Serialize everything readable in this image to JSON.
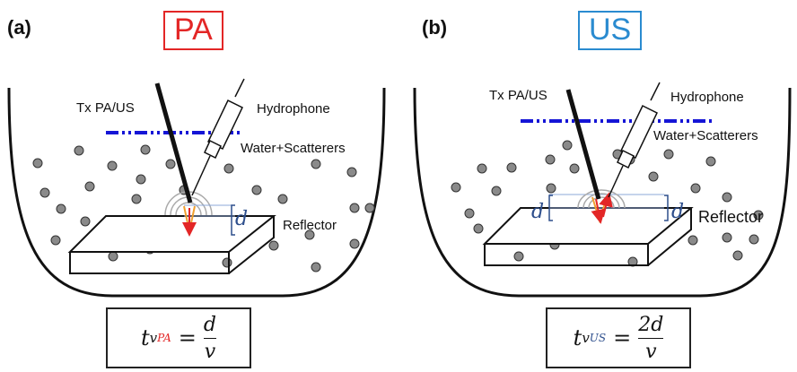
{
  "panel_a": {
    "label": "(a)",
    "mode": "PA",
    "tx_label": "Tx PA/US",
    "hydrophone_label": "Hydrophone",
    "medium_label": "Water+Scatterers",
    "reflector_label": "Reflector",
    "d_label": "d",
    "formula": {
      "t": "t",
      "v_sub": "v",
      "mode_sub": "PA",
      "equals": "=",
      "numerator": "d",
      "denominator": "v"
    }
  },
  "panel_b": {
    "label": "(b)",
    "mode": "US",
    "tx_label": "Tx PA/US",
    "hydrophone_label": "Hydrophone",
    "medium_label": "Water+Scatterers",
    "reflector_label": "Reflector",
    "d_label_left": "d",
    "d_label_right": "d",
    "formula": {
      "t": "t",
      "v_sub": "v",
      "mode_sub": "US",
      "equals": "=",
      "numerator": "2d",
      "denominator": "v"
    }
  },
  "colors": {
    "pa_red": "#e32626",
    "us_blue": "#2a8bd0",
    "water_line": "#1515d6",
    "d_marker": "#2d4e8c",
    "scatterer_gray": "#8a8a8a"
  }
}
